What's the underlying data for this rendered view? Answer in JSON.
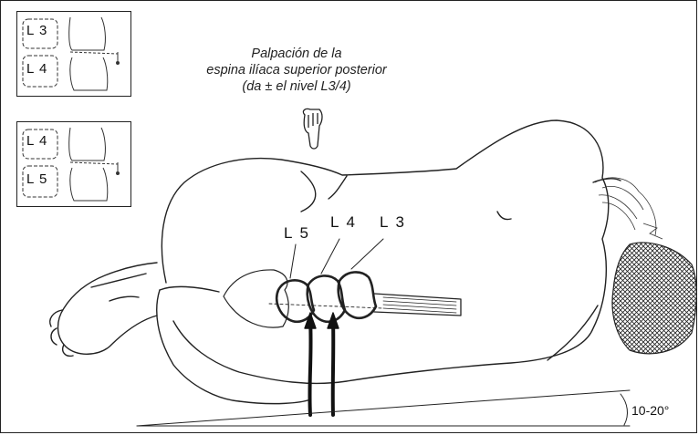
{
  "caption": {
    "line1": "Palpación de la",
    "line2": "espina ilíaca superior posterior",
    "line3": "(da ± el nivel L3/4)"
  },
  "insets": [
    {
      "upper_label": "L 3",
      "lower_label": "L 4"
    },
    {
      "upper_label": "L 4",
      "lower_label": "L 5"
    }
  ],
  "vertebra_labels": [
    "L 5",
    "L 4",
    "L 3"
  ],
  "angle_label": "10-20°"
}
